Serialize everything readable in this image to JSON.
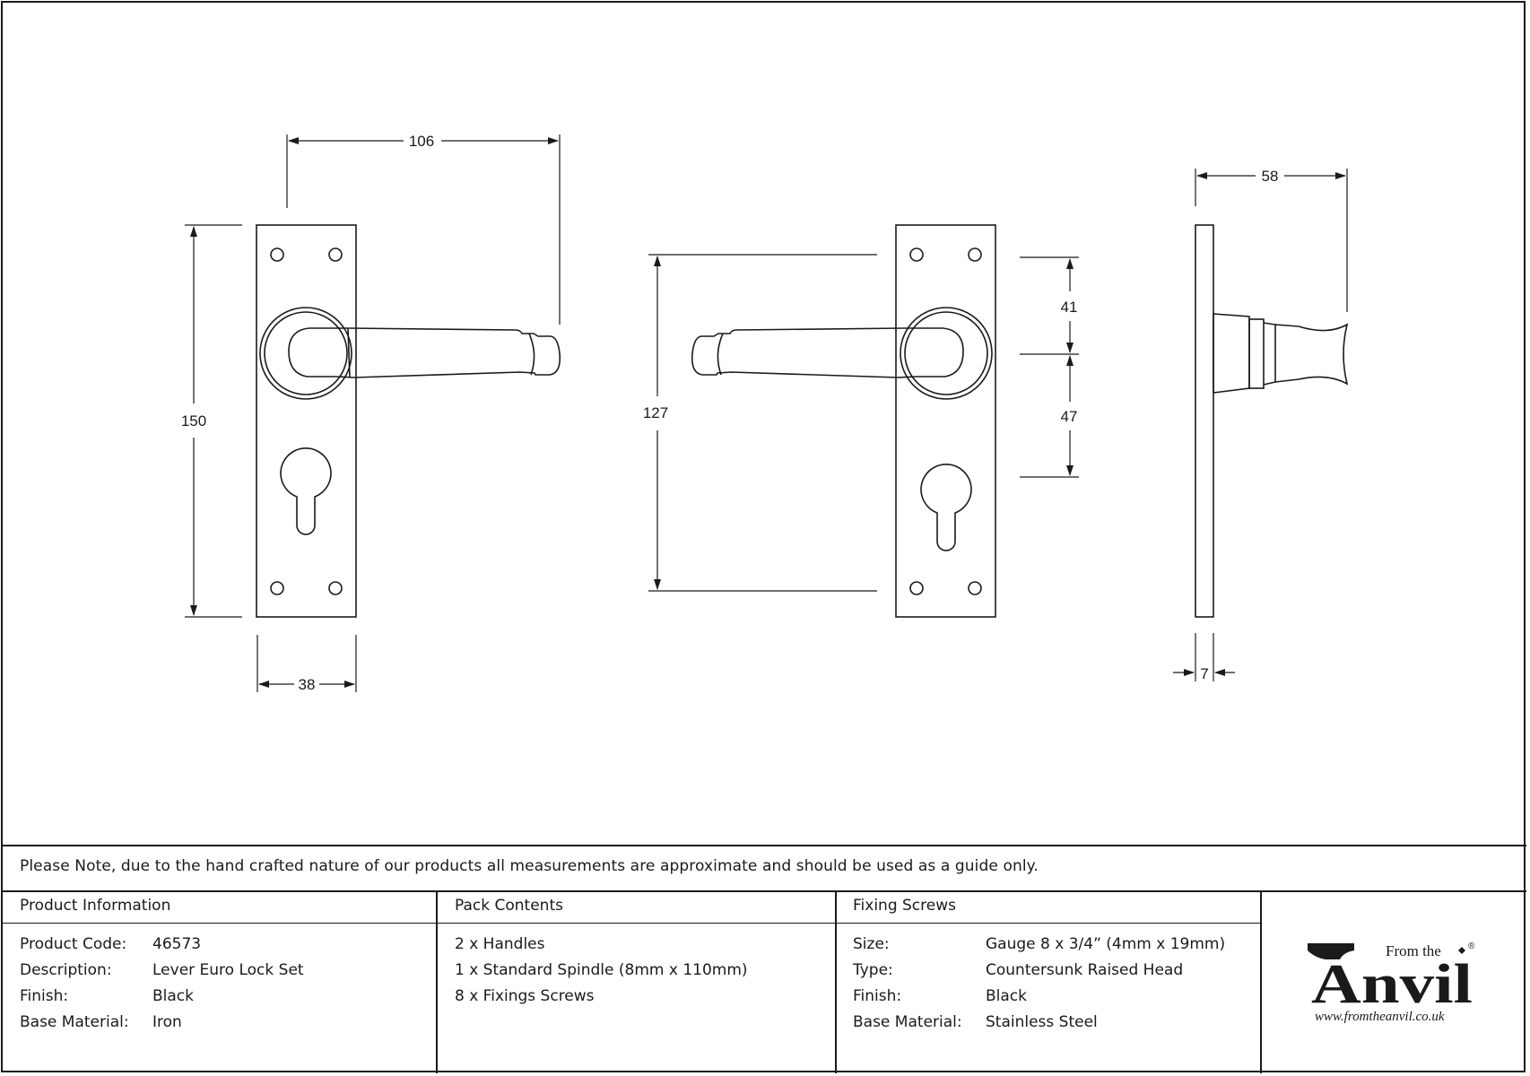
{
  "dimensions": {
    "overall_length": "106",
    "plate_height": "150",
    "plate_width": "38",
    "fixing_centres": "127",
    "lever_to_top_fixing": "41",
    "lever_to_cylinder": "47",
    "projection": "58",
    "plate_thickness": "7"
  },
  "note": "Please Note, due to the hand crafted nature of our products all measurements are approximate and should be used as a guide only.",
  "product_information": {
    "header": "Product Information",
    "rows": [
      {
        "label": "Product Code:",
        "value": "46573"
      },
      {
        "label": "Description:",
        "value": "Lever Euro Lock Set"
      },
      {
        "label": "Finish:",
        "value": "Black"
      },
      {
        "label": "Base Material:",
        "value": "Iron"
      }
    ]
  },
  "pack_contents": {
    "header": "Pack Contents",
    "items": [
      "2 x Handles",
      "1 x Standard Spindle (8mm x 110mm)",
      "8 x Fixings Screws"
    ]
  },
  "fixing_screws": {
    "header": "Fixing Screws",
    "rows": [
      {
        "label": "Size:",
        "value": "Gauge 8 x 3/4” (4mm x 19mm)"
      },
      {
        "label": "Type:",
        "value": "Countersunk Raised Head"
      },
      {
        "label": "Finish:",
        "value": "Black"
      },
      {
        "label": "Base Material:",
        "value": "Stainless Steel"
      }
    ]
  },
  "logo": {
    "from_the": "From the",
    "name": "Anvil",
    "registered": "®",
    "url": "www.fromtheanvil.co.uk"
  }
}
